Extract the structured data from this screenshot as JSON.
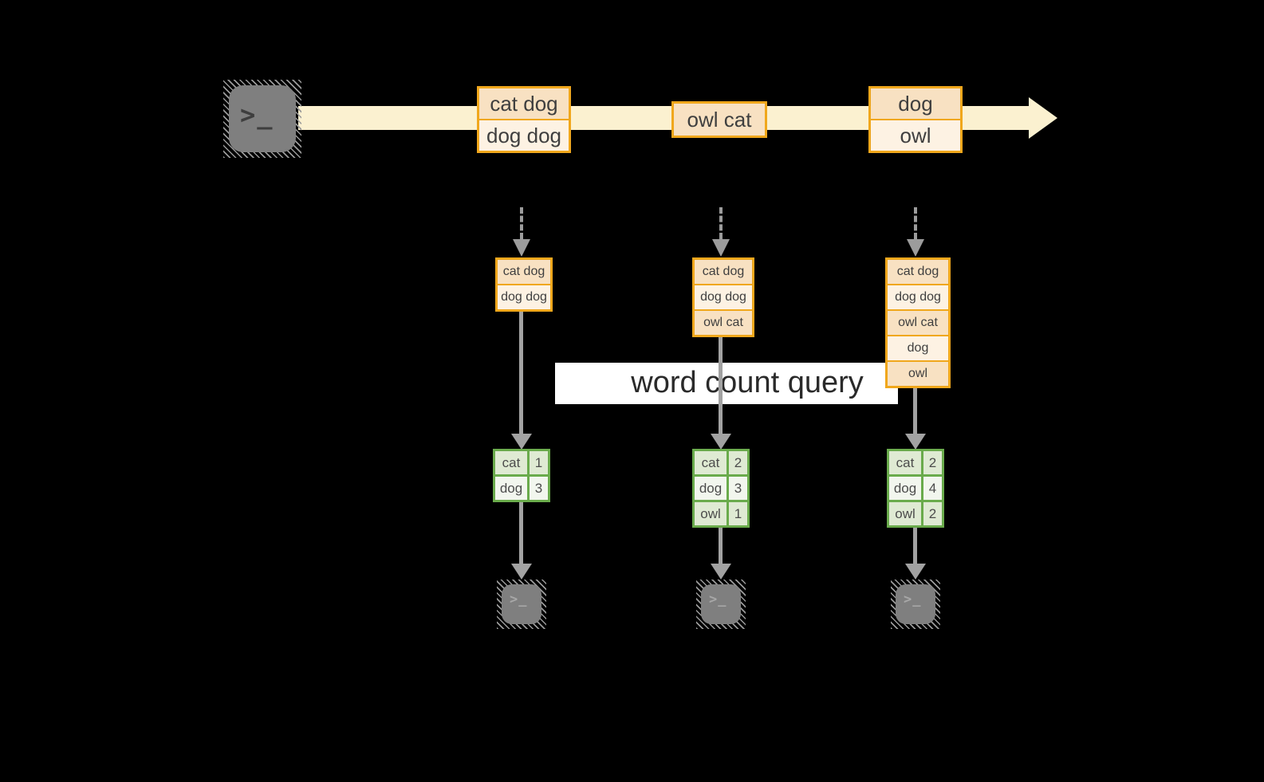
{
  "banner": {
    "label": "word count query"
  },
  "stream": {
    "producer_icon": "terminal",
    "glyph": ">_",
    "events": [
      {
        "rows": [
          "cat dog",
          "dog dog"
        ]
      },
      {
        "rows": [
          "owl cat"
        ]
      },
      {
        "rows": [
          "dog",
          "owl"
        ]
      }
    ]
  },
  "columns": [
    {
      "state_rows": [
        "cat dog",
        "dog dog"
      ],
      "table": {
        "rows": [
          [
            "cat",
            "1"
          ],
          [
            "dog",
            "3"
          ]
        ]
      },
      "consumer_icon": "terminal",
      "glyph": ">_"
    },
    {
      "state_rows": [
        "cat dog",
        "dog dog",
        "owl cat"
      ],
      "table": {
        "rows": [
          [
            "cat",
            "2"
          ],
          [
            "dog",
            "3"
          ],
          [
            "owl",
            "1"
          ]
        ]
      },
      "consumer_icon": "terminal",
      "glyph": ">_"
    },
    {
      "state_rows": [
        "cat dog",
        "dog dog",
        "owl cat",
        "dog",
        "owl"
      ],
      "table": {
        "rows": [
          [
            "cat",
            "2"
          ],
          [
            "dog",
            "4"
          ],
          [
            "owl",
            "2"
          ]
        ]
      },
      "consumer_icon": "terminal",
      "glyph": ">_"
    }
  ],
  "colors": {
    "background": "#000000",
    "stream_band": "#fbf1d0",
    "box_border": "#f0a71c",
    "box_fill_dark": "#f8e1c2",
    "box_fill_light": "#fdf2e3",
    "table_border": "#6aab4c",
    "table_fill_green": "#dfead3",
    "table_fill_light": "#f2f6ee",
    "arrow_gray": "#a2a2a2",
    "icon_gray": "#7f7f7f",
    "banner_bg": "#ffffff"
  }
}
